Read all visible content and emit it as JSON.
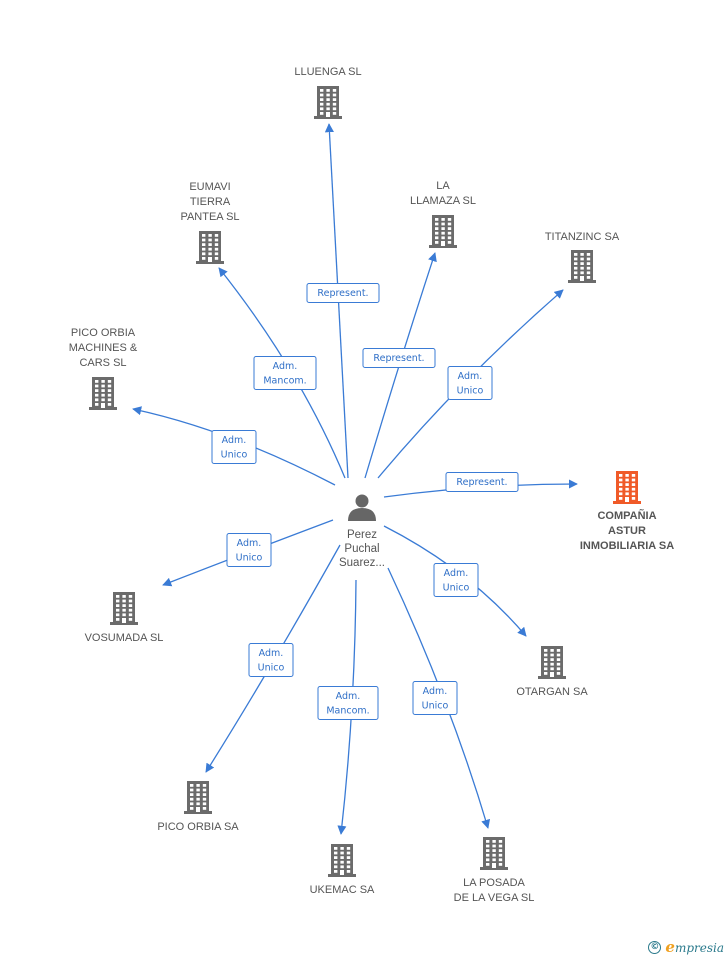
{
  "diagram": {
    "person": {
      "name_lines": [
        "Perez",
        "Puchal",
        "Suarez..."
      ],
      "icon": "person-icon",
      "color": "#666666"
    },
    "companies": [
      {
        "id": "lluenga",
        "label_lines": [
          "LLUENGA SL"
        ],
        "icon": "building-icon",
        "highlight": false
      },
      {
        "id": "eumavi",
        "label_lines": [
          "EUMAVI",
          "TIERRA",
          "PANTEA SL"
        ],
        "icon": "building-icon",
        "highlight": false
      },
      {
        "id": "la-llamaza",
        "label_lines": [
          "LA",
          "LLAMAZA SL"
        ],
        "icon": "building-icon",
        "highlight": false
      },
      {
        "id": "titanzinc",
        "label_lines": [
          "TITANZINC SA"
        ],
        "icon": "building-icon",
        "highlight": false
      },
      {
        "id": "pico-orbia-machines",
        "label_lines": [
          "PICO ORBIA",
          "MACHINES &",
          "CARS SL"
        ],
        "icon": "building-icon",
        "highlight": false
      },
      {
        "id": "compania-astur",
        "label_lines": [
          "COMPAÑIA",
          "ASTUR",
          "INMOBILIARIA SA"
        ],
        "icon": "building-icon",
        "highlight": true
      },
      {
        "id": "vosumada",
        "label_lines": [
          "VOSUMADA SL"
        ],
        "icon": "building-icon",
        "highlight": false
      },
      {
        "id": "otargan",
        "label_lines": [
          "OTARGAN SA"
        ],
        "icon": "building-icon",
        "highlight": false
      },
      {
        "id": "pico-orbia",
        "label_lines": [
          "PICO ORBIA SA"
        ],
        "icon": "building-icon",
        "highlight": false
      },
      {
        "id": "ukemac",
        "label_lines": [
          "UKEMAC SA"
        ],
        "icon": "building-icon",
        "highlight": false
      },
      {
        "id": "la-posada",
        "label_lines": [
          "LA POSADA",
          "DE LA VEGA SL"
        ],
        "icon": "building-icon",
        "highlight": false
      }
    ],
    "relations": [
      {
        "to": "lluenga",
        "label_lines": [
          "Represent."
        ]
      },
      {
        "to": "eumavi",
        "label_lines": [
          "Adm.",
          "Mancom."
        ]
      },
      {
        "to": "la-llamaza",
        "label_lines": [
          "Represent."
        ]
      },
      {
        "to": "titanzinc",
        "label_lines": [
          "Adm.",
          "Unico"
        ]
      },
      {
        "to": "pico-orbia-machines",
        "label_lines": [
          "Adm.",
          "Unico"
        ]
      },
      {
        "to": "compania-astur",
        "label_lines": [
          "Represent."
        ]
      },
      {
        "to": "vosumada",
        "label_lines": [
          "Adm.",
          "Unico"
        ]
      },
      {
        "to": "otargan",
        "label_lines": [
          "Adm.",
          "Unico"
        ]
      },
      {
        "to": "pico-orbia",
        "label_lines": [
          "Adm.",
          "Unico"
        ]
      },
      {
        "to": "ukemac",
        "label_lines": [
          "Adm.",
          "Mancom."
        ]
      },
      {
        "to": "la-posada",
        "label_lines": [
          "Adm.",
          "Unico"
        ]
      }
    ],
    "colors": {
      "edge": "#3a7bd5",
      "edge_text": "#2f6fc7",
      "building": "#6b6b6b",
      "building_highlight": "#f05a28",
      "label": "#555555"
    }
  },
  "footer": {
    "copyright_symbol": "©",
    "brand_initial": "e",
    "brand_rest": "mpresia"
  }
}
